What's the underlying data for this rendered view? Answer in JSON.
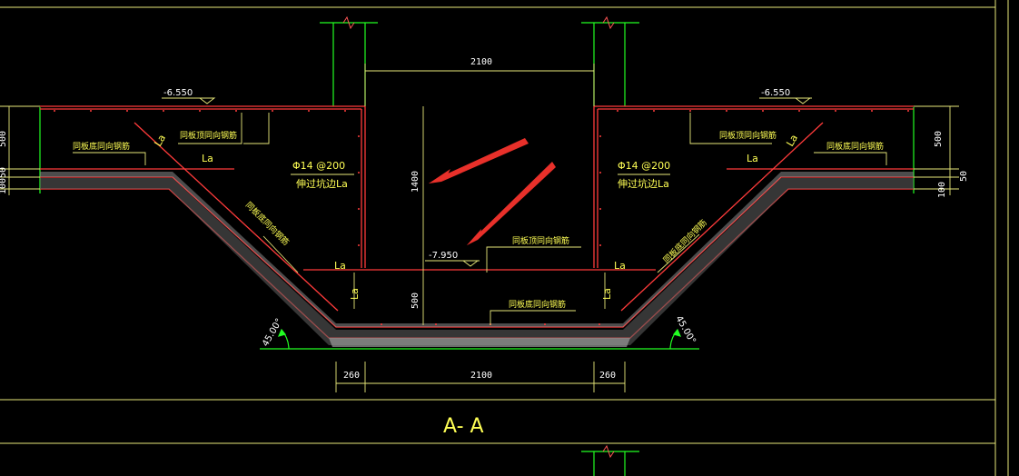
{
  "section_title": "A- A",
  "elevations": {
    "top_left": "-6.550",
    "top_right": "-6.550",
    "bottom": "-7.950"
  },
  "dimensions": {
    "top_width": "2100",
    "bottom_width": "2100",
    "bottom_left": "260",
    "bottom_right": "260",
    "pit_depth": "1400",
    "bottom_thickness": "500",
    "left_slab_500": "500",
    "left_slab_50": "50",
    "left_slab_100": "100",
    "right_slab_500": "500",
    "right_slab_50": "50",
    "right_slab_100": "100"
  },
  "angles": {
    "left": "45.00°",
    "right": "45.00°"
  },
  "labels": {
    "la": "La",
    "rebar_spec": "Φ14 @200",
    "extend_note": "伸过坑边La",
    "slab_bottom_rebar": "同板底同向钢筋",
    "slab_top_rebar": "同板顶同向钢筋"
  },
  "colors": {
    "background": "#000000",
    "concrete_line": "#ff3b3b",
    "wall_line": "#22ff22",
    "dimension_line": "#ffff66",
    "annotation_text": "#ffff55",
    "frame": "#ffff66",
    "arrow": "#e8302a"
  }
}
